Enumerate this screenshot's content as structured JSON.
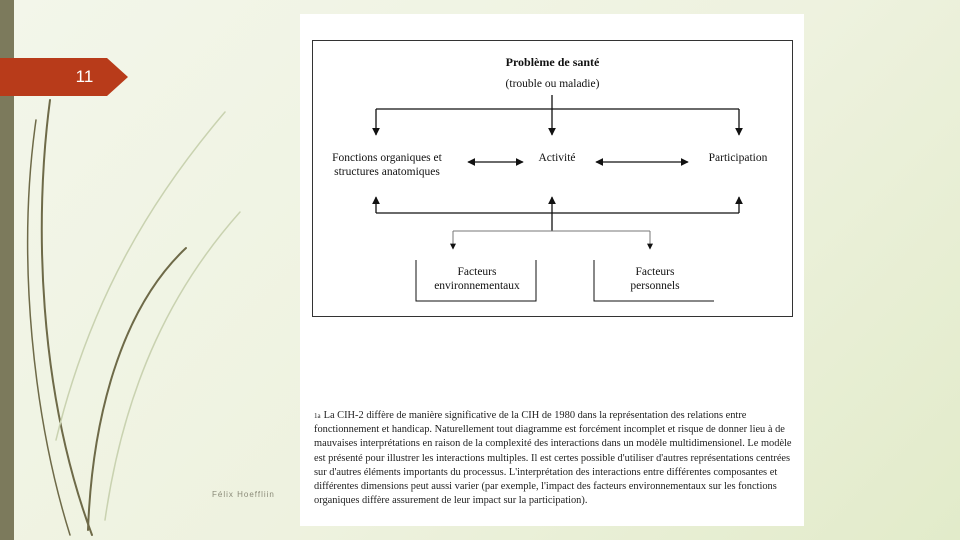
{
  "slide": {
    "number": "11",
    "footer": "Félix Hoeffliin"
  },
  "colors": {
    "accent": "#b83b1a",
    "left_bar": "#7c7a5c",
    "background": "#eef2df"
  },
  "diagram": {
    "title": "Problème de santé",
    "subtitle": "(trouble ou maladie)",
    "fonctions": "Fonctions organiques et\nstructures anatomiques",
    "activite": "Activité",
    "participation": "Participation",
    "facteurs_env": "Facteurs\nenvironnementaux",
    "facteurs_perso": "Facteurs\npersonnels"
  },
  "footnote": {
    "marker": "1a",
    "text": "La CIH-2 diffère de manière significative de la CIH de 1980 dans la représentation des relations entre fonctionnement et handicap. Naturellement tout diagramme est forcément incomplet et risque de donner lieu à de mauvaises interprétations en raison de la complexité des interactions dans un modèle multidimensionel. Le modèle est présenté pour illustrer les interactions multiples. Il est certes possible d'utiliser d'autres représentations centrées sur d'autres éléments importants du processus. L'interprétation des interactions entre différentes composantes et différentes dimensions peut aussi varier (par exemple, l'impact des facteurs environnementaux sur les fonctions organiques diffère assurement de leur impact sur la participation)."
  }
}
